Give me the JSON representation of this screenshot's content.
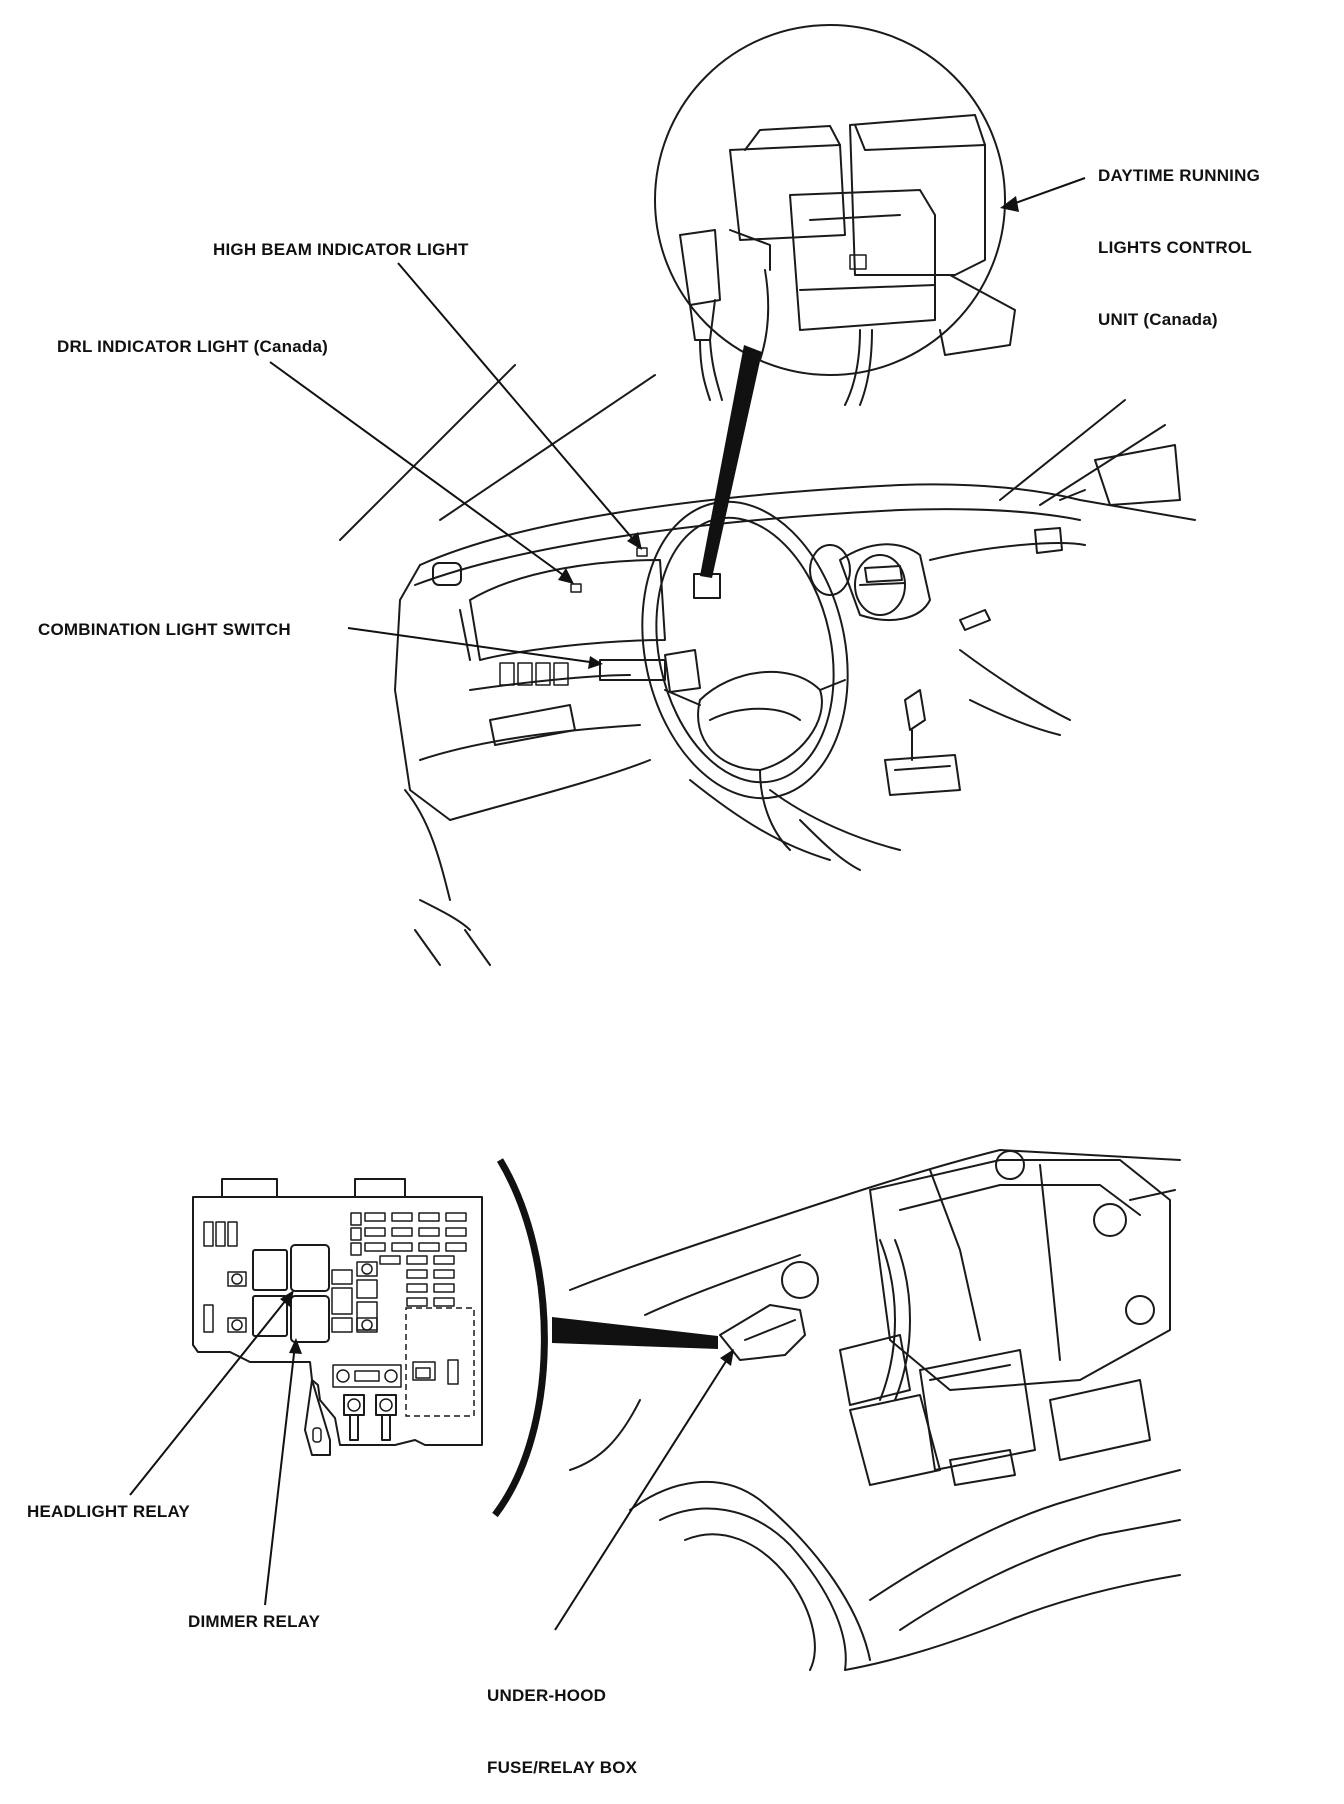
{
  "labels": {
    "drl_control_unit": [
      "DAYTIME RUNNING",
      "LIGHTS CONTROL",
      "UNIT (Canada)"
    ],
    "high_beam_indicator": "HIGH BEAM INDICATOR LIGHT",
    "drl_indicator": "DRL INDICATOR LIGHT (Canada)",
    "combination_switch": "COMBINATION LIGHT SWITCH",
    "headlight_relay": "HEADLIGHT RELAY",
    "dimmer_relay": "DIMMER RELAY",
    "fuse_relay_box": [
      "UNDER-HOOD",
      "FUSE/RELAY BOX"
    ]
  },
  "colors": {
    "ink": "#111111",
    "background": "#ffffff"
  }
}
